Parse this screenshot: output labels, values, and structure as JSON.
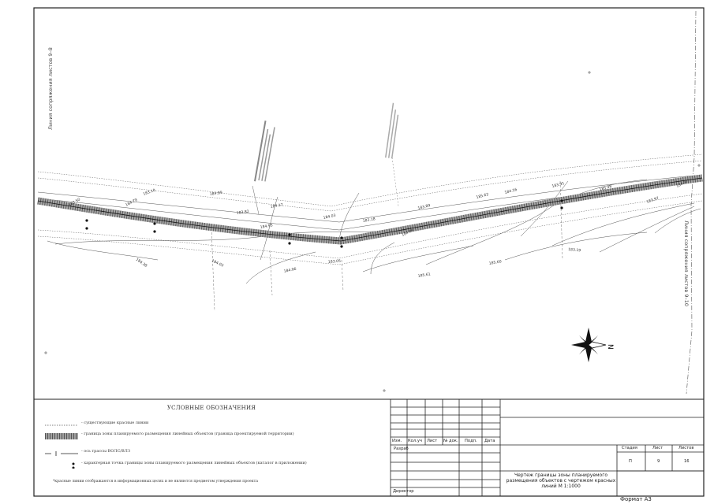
{
  "sheet": {
    "side_left_label": "Линия сопряжения листов 9–8",
    "side_right_label": "Линия сопряжения листов 9–10",
    "north_symbol": "N",
    "elevations": [
      "183.50",
      "184.79",
      "183.10",
      "184.89",
      "183.82",
      "184.17",
      "184.95",
      "184.03",
      "183.18",
      "183.89",
      "185.62",
      "184.16",
      "183.91",
      "185.48",
      "184.37",
      "183.97",
      "184.09",
      "183.05",
      "184.96",
      "185.61",
      "185.60",
      "184.38",
      "184.03",
      "183.19"
    ]
  },
  "legend": {
    "title": "УСЛОВНЫЕ ОБОЗНАЧЕНИЯ",
    "items": [
      {
        "symbol": "dotted",
        "text": "- существующие красные линии"
      },
      {
        "symbol": "hatched",
        "text": "- граница зоны планируемого размещения линейных объектов (граница проектируемой территории)"
      },
      {
        "symbol": "axis",
        "text": "- ось трассы ВОЛС/ВЛЗ"
      },
      {
        "symbol": "points",
        "text": "- характерная точка границы зоны планируемого размещения линейных объектов (каталог в приложении)"
      }
    ],
    "note": "*красные линии отображаются в информационных целях и не являются предметом утверждения проекта"
  },
  "stamp": {
    "headers": [
      "Изм.",
      "Кол.уч",
      "Лист",
      "№ док.",
      "Подп.",
      "Дата"
    ],
    "role_dev": "Разраб",
    "role_dir": "Директор",
    "stage_header": "Стадия",
    "sheet_header": "Лист",
    "sheets_header": "Листов",
    "stage_value": "П",
    "sheet_value": "9",
    "sheets_value": "16",
    "title": "Чертеж границы зоны планируемого размещения объектов с чертежом красных линий М 1:1000",
    "format": "Формат А3"
  }
}
